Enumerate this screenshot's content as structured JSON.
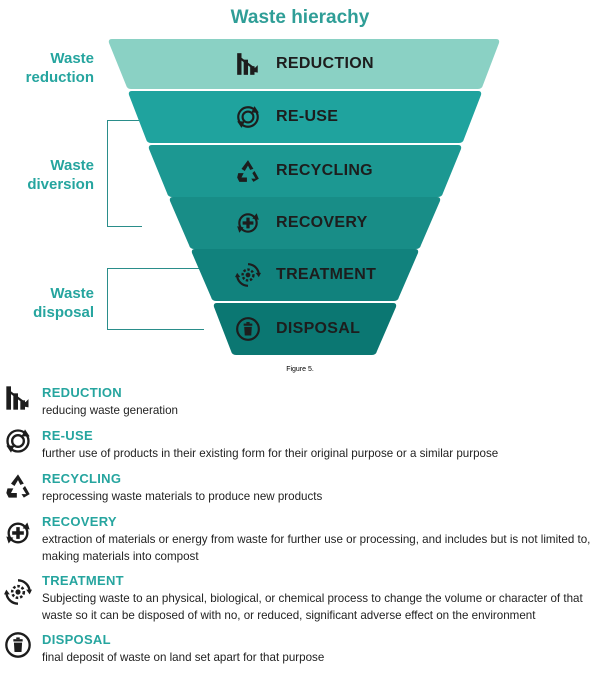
{
  "colors": {
    "title": "#2f9e97",
    "accent": "#26a59f",
    "dark_text": "#1d1d1d",
    "tiers": [
      "#8ad1c4",
      "#1fa39e",
      "#1c9892",
      "#188d87",
      "#11827d",
      "#0b7772"
    ]
  },
  "title": "Waste hierachy",
  "groups": [
    {
      "label": "Waste reduction"
    },
    {
      "label": "Waste diversion"
    },
    {
      "label": "Waste disposal"
    }
  ],
  "tiers": [
    {
      "label": "REDUCTION",
      "icon": "bar-chart-decrease-icon"
    },
    {
      "label": "RE-USE",
      "icon": "circular-arrows-reuse-icon"
    },
    {
      "label": "RECYCLING",
      "icon": "recycle-triangle-icon"
    },
    {
      "label": "RECOVERY",
      "icon": "plus-circle-arrows-icon"
    },
    {
      "label": "TREATMENT",
      "icon": "gear-cycle-icon"
    },
    {
      "label": "DISPOSAL",
      "icon": "trash-bin-icon"
    }
  ],
  "caption": "Figure 5.",
  "legend": [
    {
      "title": "REDUCTION",
      "description": "reducing waste generation",
      "icon": "bar-chart-decrease-icon"
    },
    {
      "title": "RE-USE",
      "description": "further use of products in their existing form for their original purpose or a similar purpose",
      "icon": "circular-arrows-reuse-icon"
    },
    {
      "title": "RECYCLING",
      "description": "reprocessing waste materials to produce new products",
      "icon": "recycle-triangle-icon"
    },
    {
      "title": "RECOVERY",
      "description": "extraction of materials or energy from waste for further use or processing, and includes but is not limited to, making materials into compost",
      "icon": "plus-circle-arrows-icon"
    },
    {
      "title": "TREATMENT",
      "description": "Subjecting waste to an physical, biological, or chemical process to change the volume or character of that waste so it can be disposed of with no, or reduced, significant adverse effect on the environment",
      "icon": "gear-cycle-icon"
    },
    {
      "title": "DISPOSAL",
      "description": "final deposit of waste on land set apart for that purpose",
      "icon": "trash-bin-icon"
    }
  ]
}
